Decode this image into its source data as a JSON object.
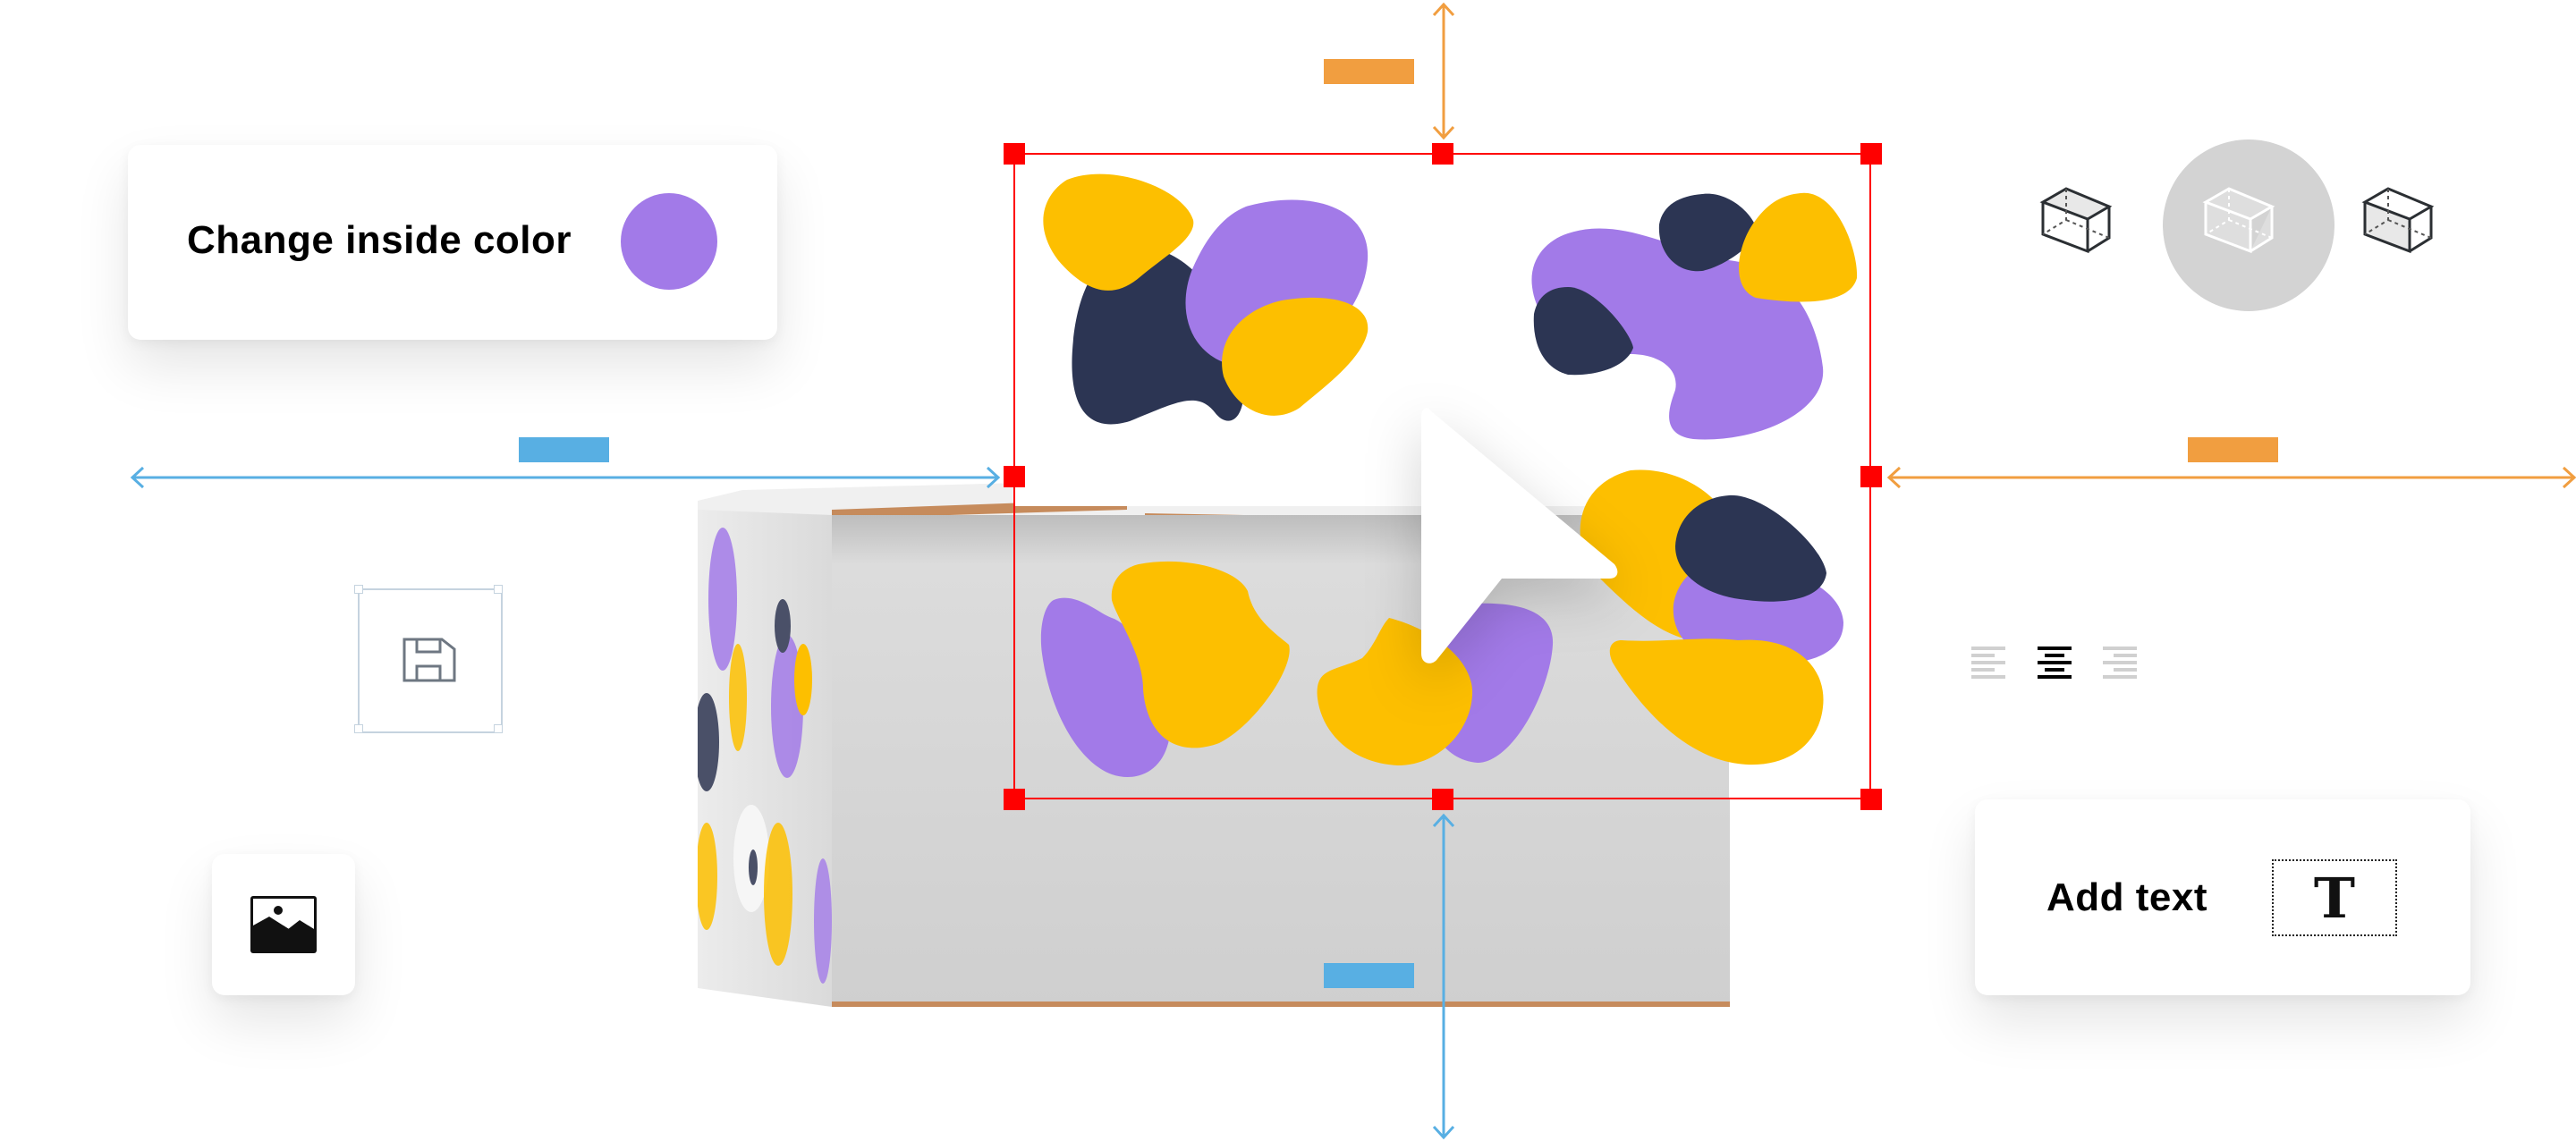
{
  "inside_color_card": {
    "label": "Change inside color",
    "swatch_color": "#A27AE8"
  },
  "add_text_card": {
    "label": "Add text",
    "text_tool_glyph": "T"
  },
  "icons": {
    "save": "floppy-disk-icon",
    "image": "image-icon",
    "view_modes": [
      "box-top-view-icon",
      "box-transparent-view-icon",
      "box-inside-view-icon"
    ],
    "align": [
      "align-left-icon",
      "align-center-icon",
      "align-right-icon"
    ],
    "cursor": "pointer-cursor-icon"
  },
  "view_mode_selected": 1,
  "align_selected": 1,
  "colors": {
    "selection": "#FF0000",
    "dimension_width": "#58AFE3",
    "dimension_height": "#F19E40",
    "purple": "#A27AE8",
    "yellow": "#FDBF00",
    "navy": "#2C3553"
  }
}
